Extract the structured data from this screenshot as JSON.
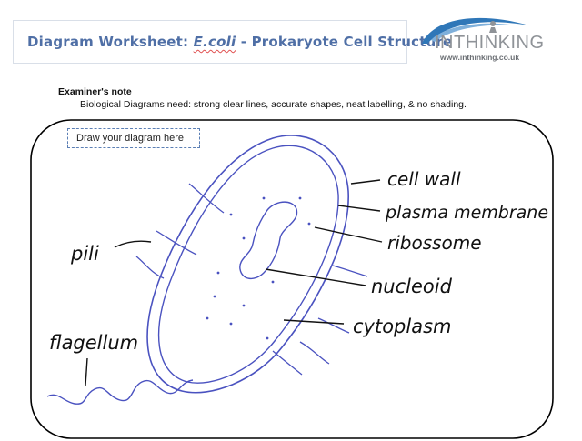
{
  "header": {
    "title_prefix": "Diagram  Worksheet:  ",
    "title_species": "E.coli",
    "title_suffix": " - Prokaryote  Cell Structure"
  },
  "logo": {
    "name": "INTHINKING",
    "url": "www.inthinking.co.uk"
  },
  "note": {
    "heading": "Examiner's note",
    "text": "Biological Diagrams need: strong clear lines, accurate shapes, neat labelling, & no shading."
  },
  "prompt": {
    "label": "Draw your diagram here"
  },
  "labels": {
    "cell_wall": "cell wall",
    "plasma_membrane": "plasma membrane",
    "ribosome": "ribossome",
    "nucleoid": "nucleoid",
    "cytoplasm": "cytoplasm",
    "pili": "pili",
    "flagellum": "flagellum"
  },
  "colors": {
    "title": "#4f6fa6",
    "ink_blue": "#4a52c0",
    "ink_black": "#111111",
    "frame": "#000000"
  }
}
